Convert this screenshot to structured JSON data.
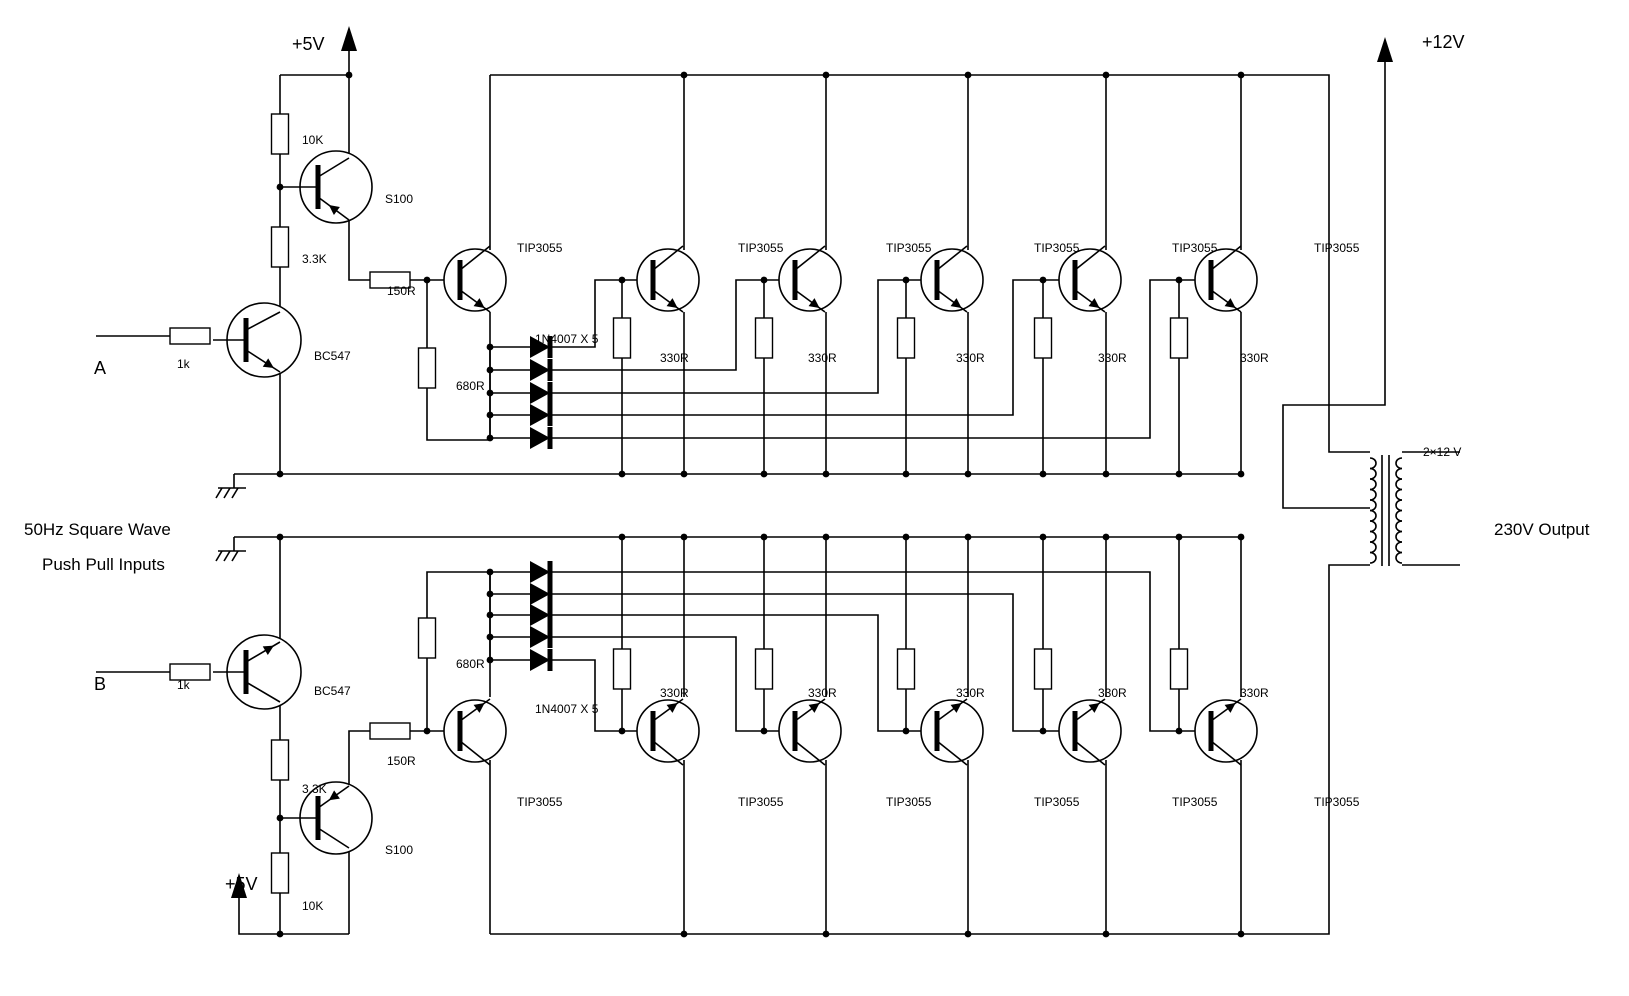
{
  "title_left_line1": "50Hz Square Wave",
  "title_left_line2": "Push Pull Inputs",
  "output_label": "230V Output",
  "transformer_label": "2×12 V",
  "supply_12v": "+12V",
  "half_a": {
    "input_label": "A",
    "supply": "+5V",
    "input_resistor": "1k",
    "driver_transistor": "BC547",
    "pullup_resistor": "10K",
    "divider_resistor": "3.3K",
    "follower_transistor": "S100",
    "base_resistor": "150R",
    "bias_resistor": "680R",
    "diode_array": "1N4007 X 5",
    "power_transistors": [
      "TIP3055",
      "TIP3055",
      "TIP3055",
      "TIP3055",
      "TIP3055",
      "TIP3055"
    ],
    "emitter_resistors": [
      "330R",
      "330R",
      "330R",
      "330R",
      "330R"
    ]
  },
  "half_b": {
    "input_label": "B",
    "supply": "+5V",
    "input_resistor": "1k",
    "driver_transistor": "BC547",
    "pullup_resistor": "10K",
    "divider_resistor": "3.3K",
    "follower_transistor": "S100",
    "base_resistor": "150R",
    "bias_resistor": "680R",
    "diode_array": "1N4007 X 5",
    "power_transistors": [
      "TIP3055",
      "TIP3055",
      "TIP3055",
      "TIP3055",
      "TIP3055",
      "TIP3055"
    ],
    "emitter_resistors": [
      "330R",
      "330R",
      "330R",
      "330R",
      "330R"
    ]
  }
}
